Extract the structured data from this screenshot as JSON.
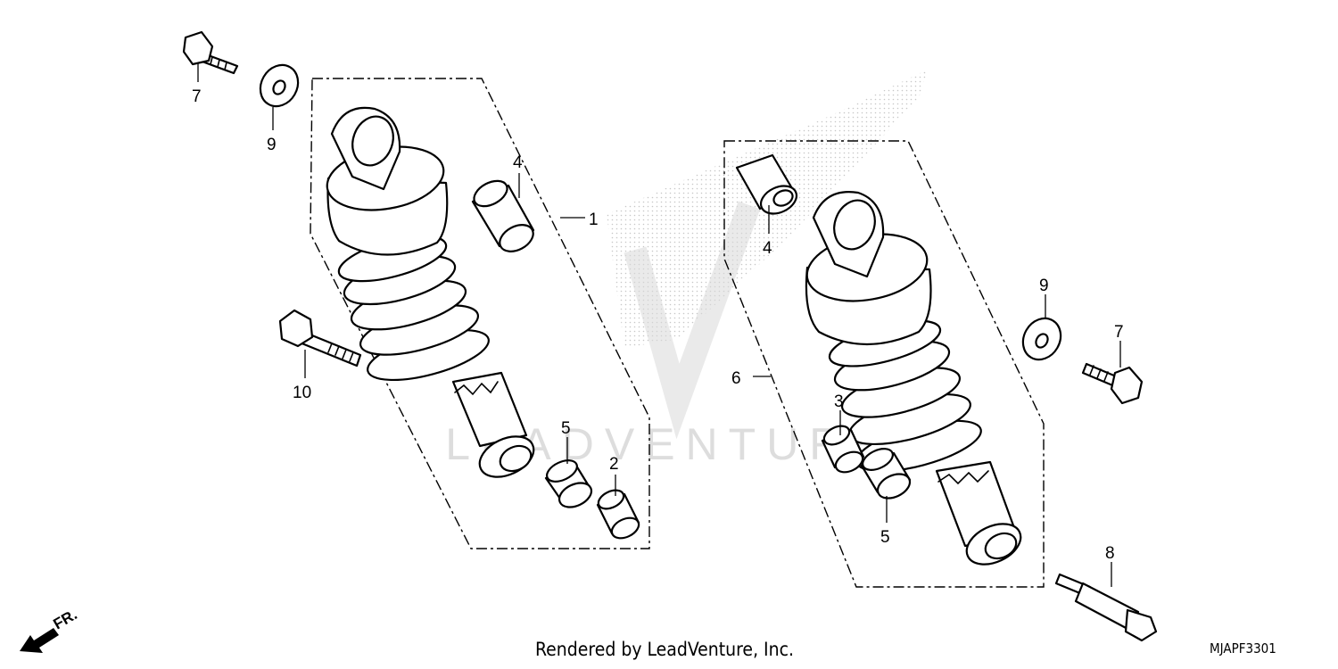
{
  "colors": {
    "line": "#000000",
    "watermark": "#b4b4b4",
    "background": "#ffffff"
  },
  "watermark": {
    "text": "LEADVENTURE"
  },
  "front_indicator": {
    "label": "FR.",
    "icon": "front-arrow-icon"
  },
  "callouts": {
    "left_assembly": "1",
    "left_bushing_lower_2": "2",
    "right_spacer_3": "3",
    "left_bushing_top_4": "4",
    "right_bushing_top_4": "4",
    "left_bushing_lower_5": "5",
    "right_bushing_lower_5": "5",
    "right_assembly": "6",
    "left_bolt_7": "7",
    "right_bolt_7": "7",
    "stud_bolt_8": "8",
    "left_washer_9": "9",
    "right_washer_9": "9",
    "long_bolt_10": "10"
  },
  "footer": {
    "rendered_by": "Rendered by LeadVenture, Inc.",
    "diagram_code": "MJAPF3301"
  }
}
